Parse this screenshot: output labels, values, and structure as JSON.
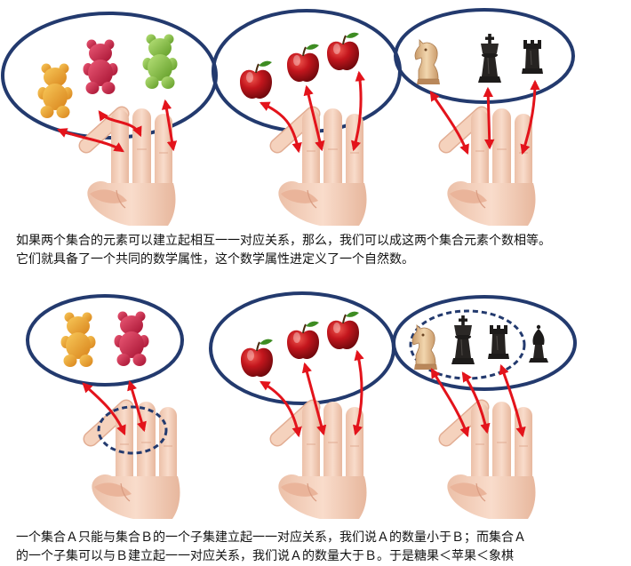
{
  "colors": {
    "ring": "#233a6e",
    "arrow": "#e3131b",
    "skin": "#f5d2bd",
    "skin_shade": "#e2ad93",
    "gummy_yellow": "#efa72a",
    "gummy_red": "#cf2041",
    "gummy_green": "#86c241",
    "apple": "#b8151b",
    "leaf": "#3d8c22",
    "chess_light": "#e8caa0",
    "chess_dark": "#1d1b1a"
  },
  "icons": {
    "candy": "gummy-bear-icon",
    "apple": "apple-icon",
    "chess": "chess-piece-icon",
    "hand": "three-finger-hand-icon"
  },
  "text": {
    "caption_top_1": "如果两个集合的元素可以建立起相互一一对应关系，那么，我们可以成这两个集合元素个数相等。",
    "caption_top_2": "它们就具备了一个共同的数学属性，这个数学属性进定义了一个自然数。",
    "caption_bottom_1": "一个集合Ａ只能与集合Ｂ的一个子集建立起一一对应关系，我们说Ａ的数量小于Ｂ；而集合Ａ",
    "caption_bottom_2": "的一个子集可以与Ｂ建立起一一对应关系，我们说Ａ的数量大于Ｂ。于是糖果＜苹果＜象棋"
  },
  "sets": {
    "top": [
      {
        "items": [
          "gummy_yellow",
          "gummy_red",
          "gummy_green"
        ]
      },
      {
        "items": [
          "apple",
          "apple",
          "apple"
        ]
      },
      {
        "items": [
          "chess_light_knight",
          "chess_dark_king",
          "chess_dark_rook"
        ]
      }
    ],
    "bottom": [
      {
        "items": [
          "gummy_yellow",
          "gummy_red"
        ]
      },
      {
        "items": [
          "apple",
          "apple",
          "apple"
        ]
      },
      {
        "items": [
          "chess_light_knight",
          "chess_dark_king",
          "chess_dark_rook",
          "chess_dark_bishop"
        ]
      }
    ]
  }
}
